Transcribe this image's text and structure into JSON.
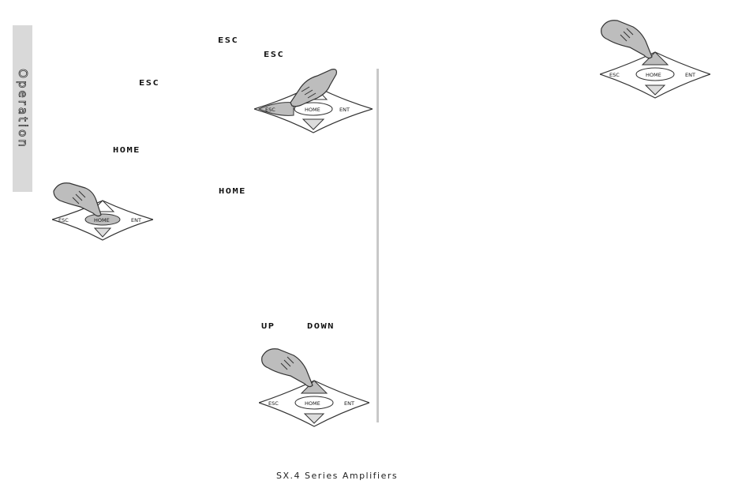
{
  "side_tab": {
    "label": "Operation"
  },
  "keywords": {
    "esc_1": "ESC",
    "esc_2": "ESC",
    "esc_3": "ESC",
    "home_1": "HOME",
    "home_2": "HOME",
    "up": "UP",
    "down": "DOWN"
  },
  "keypad": {
    "esc": "ESC",
    "home": "HOME",
    "ent": "ENT"
  },
  "footer": {
    "text": "SX.4 Series Amplifiers"
  }
}
